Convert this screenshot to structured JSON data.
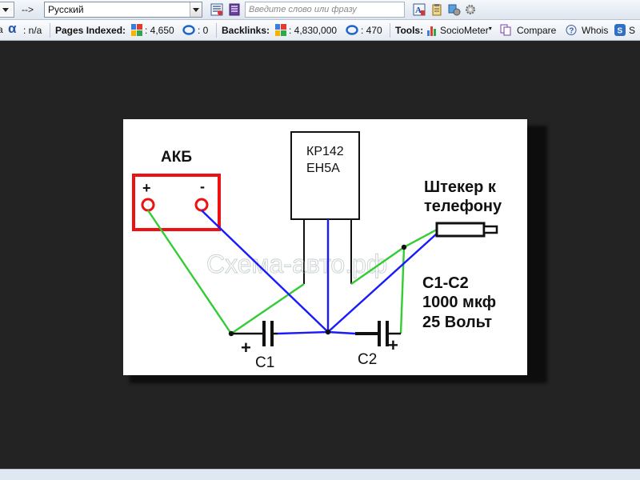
{
  "translate_toolbar": {
    "arrow_text": "-->",
    "language": "Русский",
    "search_placeholder": "Введите слово или фразу"
  },
  "seo_toolbar": {
    "alpha_symbol": "α",
    "alpha_value": ": n/a",
    "pages_indexed_label": "Pages Indexed:",
    "pages_indexed_google": ": 4,650",
    "pages_indexed_bing": ": 0",
    "backlinks_label": "Backlinks:",
    "backlinks_google": ": 4,830,000",
    "backlinks_bing": ": 470",
    "tools_label": "Tools:",
    "sociometer_label": "SocioMeter",
    "compare_label": "Compare",
    "whois_label": "Whois",
    "last_partial_label": "S"
  },
  "diagram": {
    "battery_label": "АКБ",
    "battery_plus": "+",
    "battery_minus": "-",
    "regulator_line1": "КР142",
    "regulator_line2": "ЕН5А",
    "plug_line1": "Штекер к",
    "plug_line2": "телефону",
    "caps_line1": "С1-С2",
    "caps_line2": "1000 мкф",
    "caps_line3": "25 Вольт",
    "c1_label": "С1",
    "c2_label": "С2",
    "c1_plus": "+",
    "c2_plus": "+",
    "watermark": "Схема-авто.рф",
    "colors": {
      "positive_wire": "#33cc33",
      "negative_wire": "#1a1aff",
      "battery_outline": "#ee1111"
    }
  }
}
